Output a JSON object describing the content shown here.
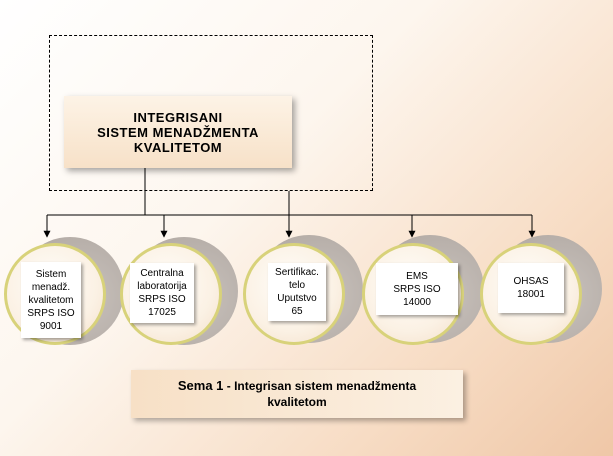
{
  "diagram": {
    "main_title": "INTEGRISANI\nSISTEM MENADŽMENTA\nKVALITETOM",
    "nodes": [
      {
        "label": "Sistem\nmenadž.\nkvalitetom\nSRPS ISO\n9001"
      },
      {
        "label": "Centralna\nlaboratorija\nSRPS ISO\n17025"
      },
      {
        "label": "Sertifikac.\ntelo\nUputstvo\n65"
      },
      {
        "label": "EMS\nSRPS ISO\n14000"
      },
      {
        "label": "OHSAS\n18001"
      }
    ],
    "caption": {
      "lead": "Sema 1",
      "text": " - Integrisan sistem menadžmenta\nkvalitetom"
    }
  },
  "colors": {
    "circle_border": "#d8d27a",
    "line": "#000000"
  }
}
